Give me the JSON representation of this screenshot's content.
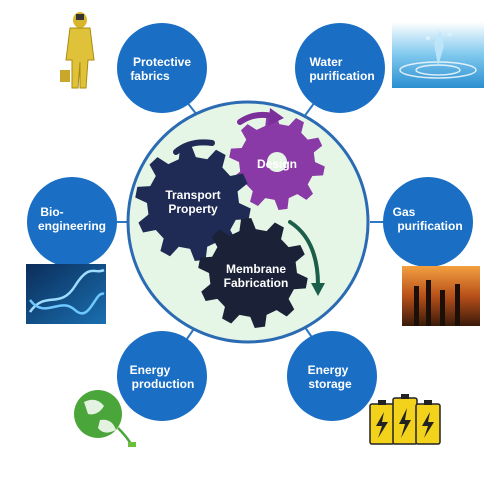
{
  "center": {
    "gears": {
      "transport": {
        "line1": "Transport",
        "line2": "Property",
        "color": "#1f2a55"
      },
      "design": {
        "line1": "Design",
        "color": "#8a3aa6"
      },
      "membrane": {
        "line1": "Membrane",
        "line2": "Fabrication",
        "color": "#1b2238"
      }
    },
    "circle_fill": "#e6f6e6",
    "circle_stroke": "#2b6bb3",
    "arrow_colors": {
      "design_arrow": "#7b2f9a",
      "transport_arrow": "#1f2a55",
      "membrane_arrow": "#1b5e4a"
    }
  },
  "applications": {
    "protective_fabrics": {
      "line1": "Protective",
      "line2": "fabrics"
    },
    "water_purification": {
      "line1": "Water",
      "line2": "purification"
    },
    "bio_engineering": {
      "line1": "Bio-",
      "line2": "engineering"
    },
    "gas_purification": {
      "line1": "Gas",
      "line2": "purification"
    },
    "energy_production": {
      "line1": "Energy",
      "line2": "production"
    },
    "energy_storage": {
      "line1": "Energy",
      "line2": "storage"
    }
  },
  "colors": {
    "node_blue": "#1a6fc4",
    "connector_blue": "#2e78c2",
    "node_text": "#ffffff"
  },
  "icons": [
    "hazmat-suit-icon",
    "water-splash-icon",
    "dna-helix-icon",
    "factory-smoke-icon",
    "green-globe-plug-icon",
    "battery-pack-icon"
  ]
}
